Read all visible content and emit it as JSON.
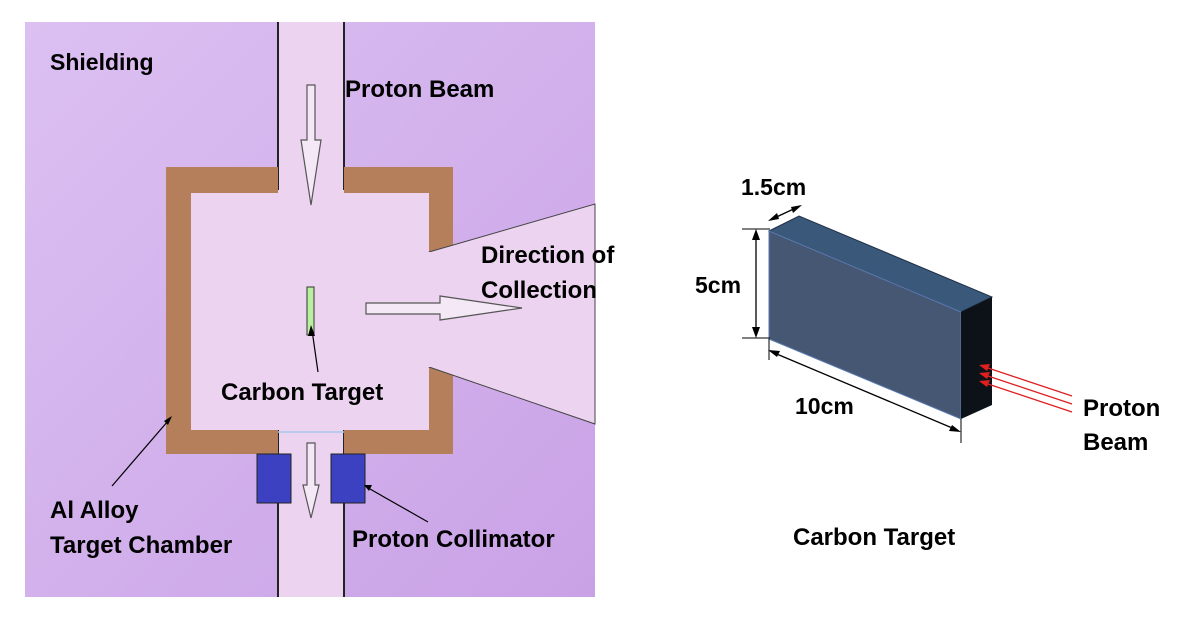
{
  "chamber": {
    "shielding_label": "Shielding",
    "proton_beam_label": "Proton Beam",
    "direction_label_line1": "Direction of",
    "direction_label_line2": "Collection",
    "carbon_target_label": "Carbon Target",
    "chamber_label_line1": "Al Alloy",
    "chamber_label_line2": "Target Chamber",
    "collimator_label": "Proton Collimator"
  },
  "target_block": {
    "thickness_label": "1.5cm",
    "height_label": "5cm",
    "length_label": "10cm",
    "beam_label_line1": "Proton",
    "beam_label_line2": "Beam",
    "caption": "Carbon Target"
  },
  "colors": {
    "shielding": "#d4b0ec",
    "vacuum": "#ecd3f0",
    "chamber_wall": "#b57f5c",
    "collimator": "#3c41c2",
    "target": "#b8f0a0",
    "block_front": "#465773",
    "block_top": "#3a587a",
    "block_side": "#0d1218",
    "beam_red": "#e02020"
  }
}
